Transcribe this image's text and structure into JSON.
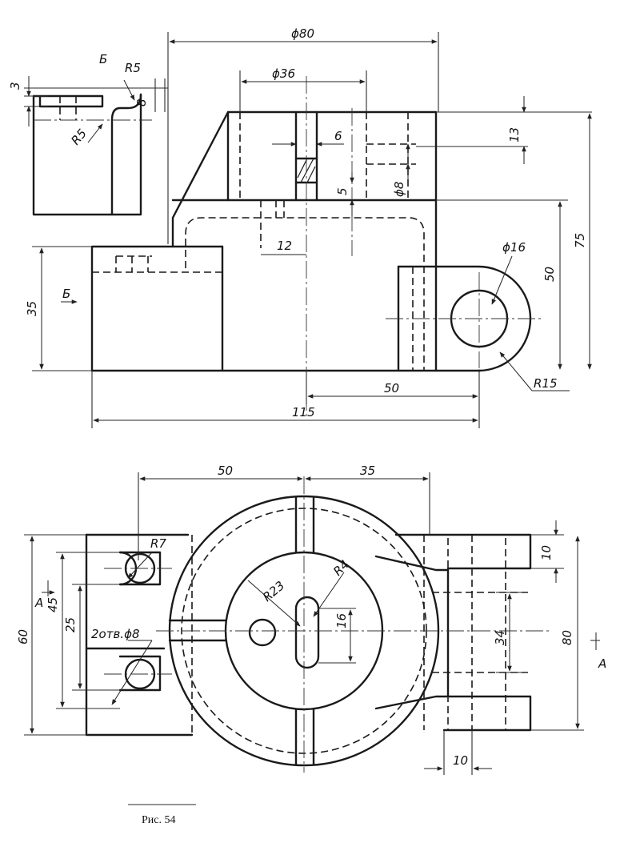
{
  "figure": {
    "caption": "Рис. 54"
  },
  "labels": {
    "view_b": "Б",
    "r5_top": "R5",
    "r5_side": "R5",
    "dim_3": "3",
    "dim_8": "8",
    "phi80": "ϕ80",
    "phi36": "ϕ36",
    "dim_6": "6",
    "dim_13": "13",
    "dim_5": "5",
    "phi8_front": "ϕ8",
    "dim_12": "12",
    "phi16": "ϕ16",
    "dim_50_v": "50",
    "dim_75": "75",
    "dim_35_v": "35",
    "view_b_arrow": "Б",
    "r15": "R15",
    "dim_50_h": "50",
    "dim_115": "115",
    "dim_50_top": "50",
    "dim_35_top": "35",
    "r7": "R7",
    "r4": "R4",
    "r23": "R23",
    "dim_16": "16",
    "holes_2xphi8": "2отв.ϕ8",
    "dim_10_right": "10",
    "dim_34": "34",
    "dim_80_right": "80",
    "section_a_right": "A",
    "section_a_left": "A",
    "dim_60": "60",
    "dim_45": "45",
    "dim_25": "25",
    "dim_10_bottom": "10"
  }
}
